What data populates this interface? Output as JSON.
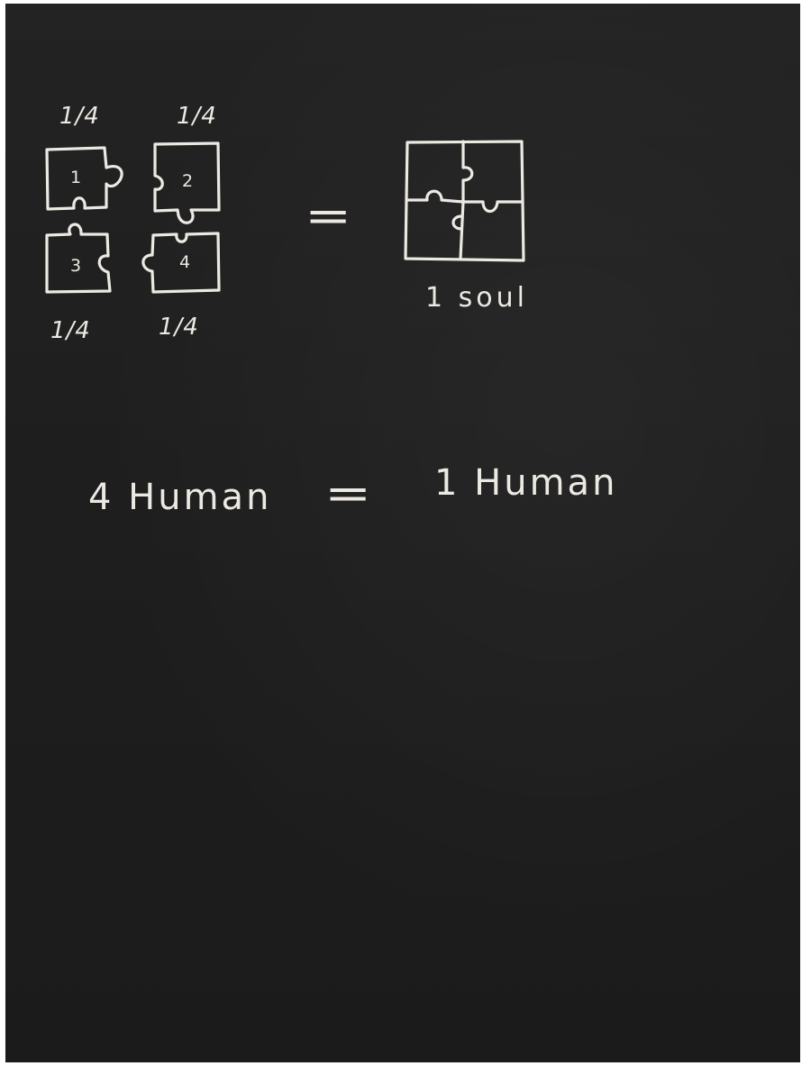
{
  "fractions": [
    "1/4",
    "1/4",
    "1/4",
    "1/4"
  ],
  "pieces": [
    {
      "number": "1"
    },
    {
      "number": "2"
    },
    {
      "number": "3"
    },
    {
      "number": "4"
    }
  ],
  "top_equation": {
    "equals": "=",
    "result_label": "1 soul"
  },
  "bottom_equation": {
    "left": "4 Human",
    "equals": "=",
    "right": "1 Human"
  },
  "colors": {
    "paper": "#1e1e1e",
    "chalk": "#ece9e2"
  }
}
